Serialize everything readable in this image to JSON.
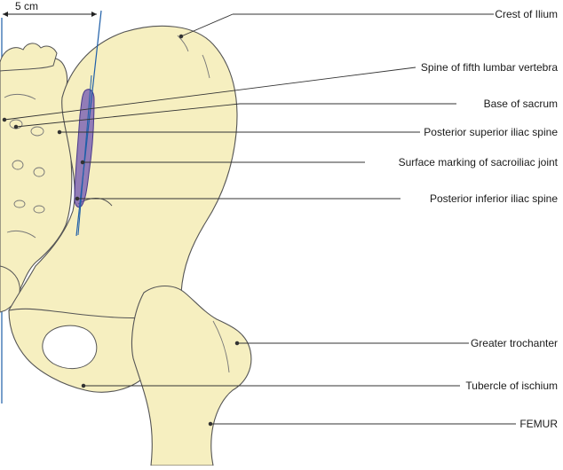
{
  "scale_bar": {
    "label": "5 cm"
  },
  "labels": {
    "crest_of_ilium": "Crest of Ilium",
    "spine_fifth_lumbar": "Spine of fifth lumbar vertebra",
    "base_of_sacrum": "Base of sacrum",
    "psis": "Posterior superior iliac spine",
    "si_joint": "Surface marking of sacroiliac joint",
    "piis": "Posterior inferior iliac spine",
    "greater_trochanter": "Greater trochanter",
    "tubercle_ischium": "Tubercle of ischium",
    "femur": "FEMUR"
  },
  "colors": {
    "bone_fill": "#f6efc0",
    "bone_stroke": "#555555",
    "joint_marking": "#6b4fb3",
    "guide_line": "#1f5fa8"
  }
}
